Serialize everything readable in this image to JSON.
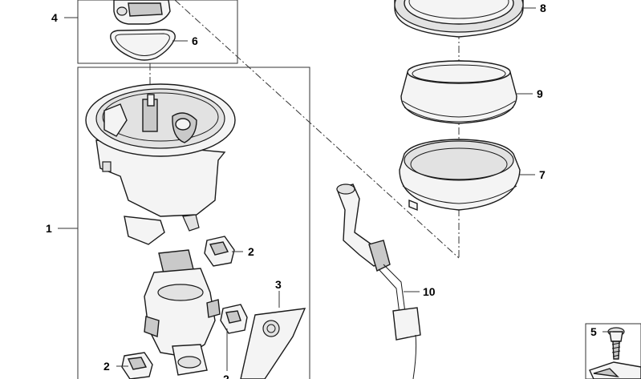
{
  "diagram": {
    "callouts": [
      {
        "id": "c1",
        "label": "1"
      },
      {
        "id": "c2a",
        "label": "2"
      },
      {
        "id": "c2b",
        "label": "2"
      },
      {
        "id": "c2c",
        "label": "2"
      },
      {
        "id": "c3",
        "label": "3"
      },
      {
        "id": "c4",
        "label": "4"
      },
      {
        "id": "c5",
        "label": "5"
      },
      {
        "id": "c6",
        "label": "6"
      },
      {
        "id": "c7",
        "label": "7"
      },
      {
        "id": "c8",
        "label": "8"
      },
      {
        "id": "c9",
        "label": "9"
      },
      {
        "id": "c10",
        "label": "10"
      }
    ]
  }
}
